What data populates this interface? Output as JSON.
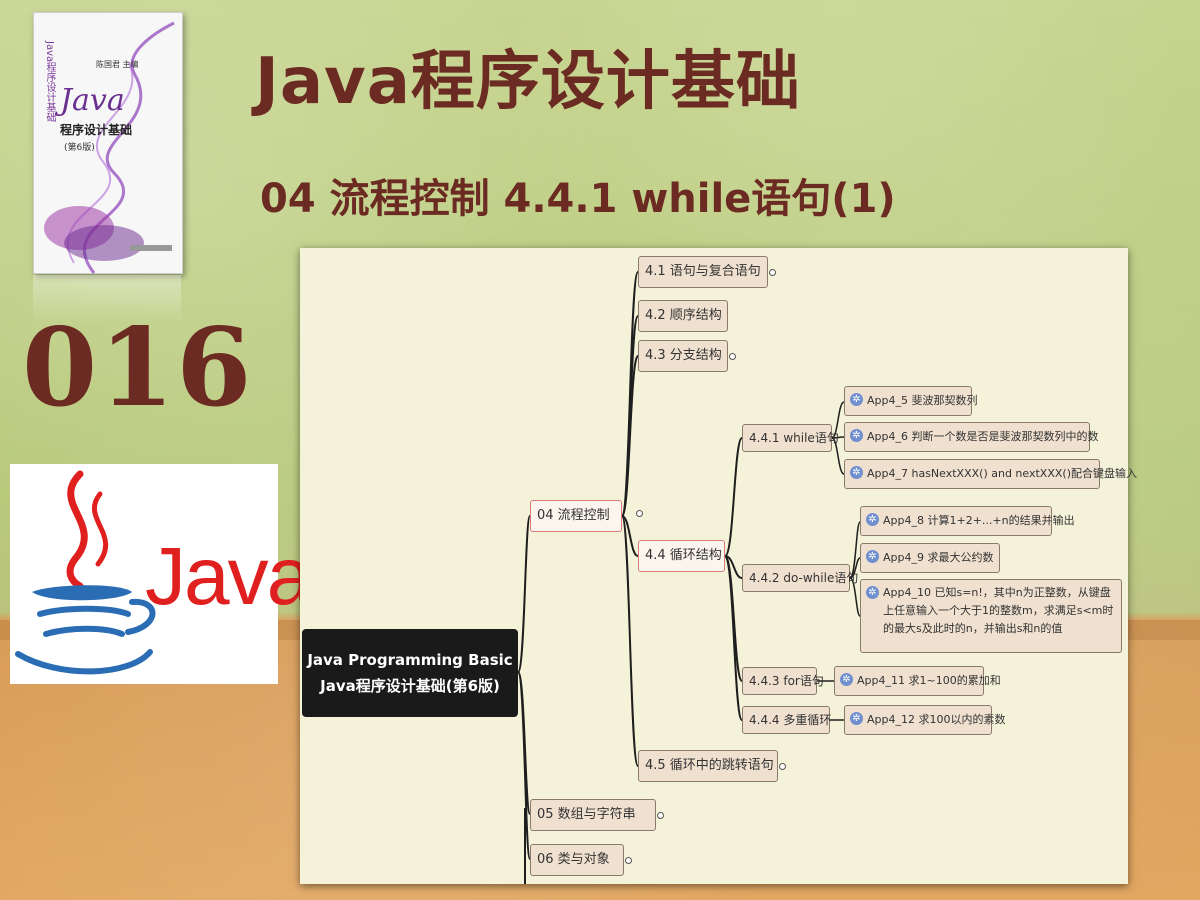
{
  "header": {
    "title": "Java程序设计基础",
    "subtitle": "04 流程控制  4.4.1 while语句(1)",
    "episode": "016"
  },
  "book_cover": {
    "spine_text": "Java程序设计基础",
    "author": "陈国君 主编",
    "brand": "Java",
    "name": "程序设计基础",
    "edition": "(第6版)"
  },
  "java_logo": {
    "text": "Java"
  },
  "mindmap": {
    "root": {
      "line1": "Java Programming Basic",
      "line2": "Java程序设计基础(第6版)"
    },
    "chapter04": "04 流程控制",
    "chapter05": "05 数组与字符串",
    "chapter06": "06 类与对象",
    "sec41": "4.1 语句与复合语句",
    "sec42": "4.2 顺序结构",
    "sec43": "4.3 分支结构",
    "sec44": "4.4 循环结构",
    "sec45": "4.5 循环中的跳转语句",
    "sub441": "4.4.1 while语句",
    "sub442": "4.4.2 do-while语句",
    "sub443": "4.4.3 for语句",
    "sub444": "4.4.4 多重循环",
    "leaves": {
      "app45": "App4_5 斐波那契数列",
      "app46": "App4_6 判断一个数是否是斐波那契数列中的数",
      "app47": "App4_7 hasNextXXX() and nextXXX()配合键盘输入",
      "app48": "App4_8 计算1+2+...+n的结果并输出",
      "app49": "App4_9 求最大公约数",
      "app410": "App4_10 已知s=n!，其中n为正整数，从键盘上任意输入一个大于1的整数m，求满足s<m时的最大s及此时的n，并输出s和n的值",
      "app411": "App4_11 求1~100的累加和",
      "app412": "App4_12 求100以内的素数"
    }
  },
  "colors": {
    "title": "#6b2a22",
    "node_fill": "#efe0cf",
    "node_highlight_border": "#d77b7b",
    "root_fill": "#1a1a1a",
    "java_red": "#e0201f",
    "java_blue": "#2a6db4"
  }
}
